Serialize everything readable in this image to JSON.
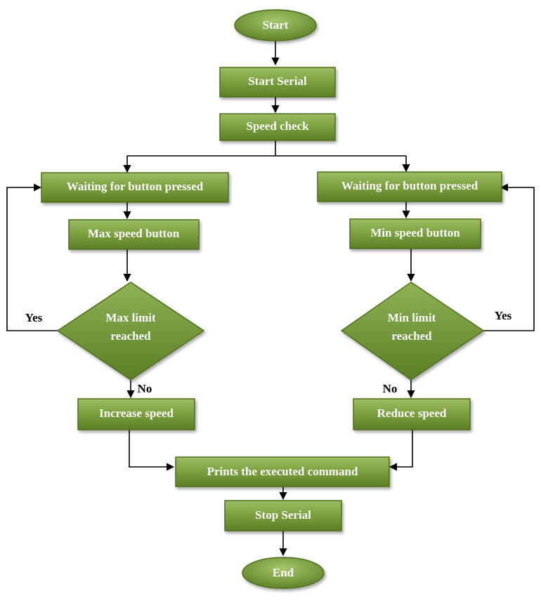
{
  "diagram": {
    "nodes": {
      "start": "Start",
      "start_serial": "Start Serial",
      "speed_check": "Speed check",
      "wait_left": "Waiting for button pressed",
      "wait_right": "Waiting for button pressed",
      "max_button": "Max speed button",
      "min_button": "Min speed button",
      "max_limit_1": "Max limit",
      "max_limit_2": "reached",
      "min_limit_1": "Min limit",
      "min_limit_2": "reached",
      "increase": "Increase speed",
      "reduce": "Reduce speed",
      "prints": "Prints the executed command",
      "stop_serial": "Stop Serial",
      "end": "End"
    },
    "edge_labels": {
      "max_yes": "Yes",
      "max_no": "No",
      "min_yes": "Yes",
      "min_no": "No"
    },
    "colors": {
      "fill_top": "#93b55a",
      "fill_bottom": "#5b7f26",
      "stroke": "#4e6f1f",
      "shadow": "#b8b8b8",
      "line": "#000000"
    }
  }
}
